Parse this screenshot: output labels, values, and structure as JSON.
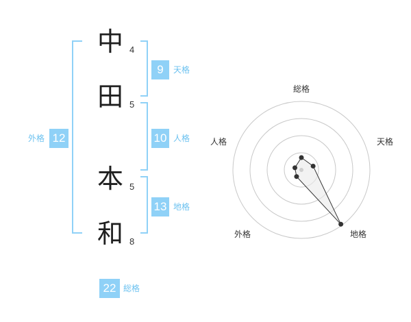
{
  "name": {
    "chars": [
      {
        "char": "中",
        "strokes": "4"
      },
      {
        "char": "田",
        "strokes": "5"
      },
      {
        "char": "本",
        "strokes": "5"
      },
      {
        "char": "和",
        "strokes": "8"
      }
    ]
  },
  "fortunes": {
    "tenkaku": {
      "label": "天格",
      "value": "9"
    },
    "jinkaku": {
      "label": "人格",
      "value": "10"
    },
    "chikaku": {
      "label": "地格",
      "value": "13"
    },
    "gaikaku": {
      "label": "外格",
      "value": "12"
    },
    "soukaku": {
      "label": "総格",
      "value": "22"
    }
  },
  "radar": {
    "axis_labels": [
      "総格",
      "天格",
      "地格",
      "外格",
      "人格"
    ],
    "values": [
      0.18,
      0.18,
      0.98,
      0.12,
      0.1
    ],
    "colors": {
      "ring": "#c8c8c8",
      "line": "#333333",
      "point": "#333333",
      "fill": "#e9e9e9"
    }
  },
  "colors": {
    "accent": "#8fd1f7",
    "accent_text": "#6cc2f0"
  }
}
